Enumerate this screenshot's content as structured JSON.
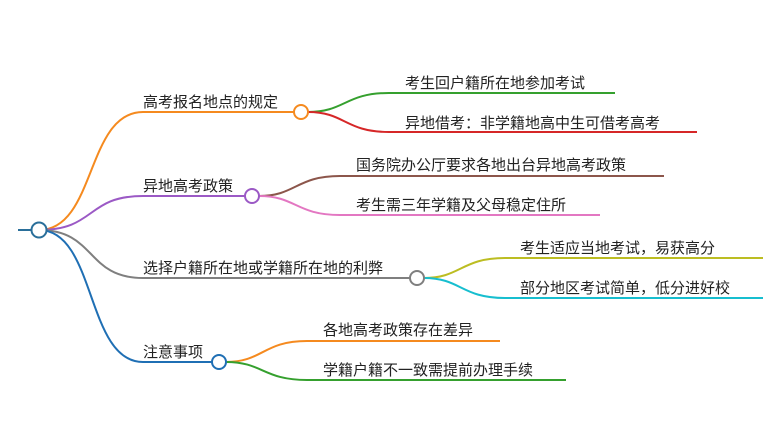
{
  "mindmap": {
    "root_color": "#2a6f9a",
    "branches": [
      {
        "label": "高考报名地点的规定",
        "color": "#f58a1f",
        "children": [
          {
            "label": "考生回户籍所在地参加考试",
            "color": "#35a02e"
          },
          {
            "label": "异地借考：非学籍地高中生可借考高考",
            "color": "#d62728"
          }
        ]
      },
      {
        "label": "异地高考政策",
        "color": "#9b59c5",
        "children": [
          {
            "label": "国务院办公厅要求各地出台异地高考政策",
            "color": "#8c564b"
          },
          {
            "label": "考生需三年学籍及父母稳定住所",
            "color": "#e377c2"
          }
        ]
      },
      {
        "label": "选择户籍所在地或学籍所在地的利弊",
        "color": "#7f7f7f",
        "children": [
          {
            "label": "考生适应当地考试，易获高分",
            "color": "#bcbd22"
          },
          {
            "label": "部分地区考试简单，低分进好校",
            "color": "#17becf"
          }
        ]
      },
      {
        "label": "注意事项",
        "color": "#1f6fb4",
        "children": [
          {
            "label": "各地高考政策存在差异",
            "color": "#f58a1f"
          },
          {
            "label": "学籍户籍不一致需提前办理手续",
            "color": "#35a02e"
          }
        ]
      }
    ]
  }
}
